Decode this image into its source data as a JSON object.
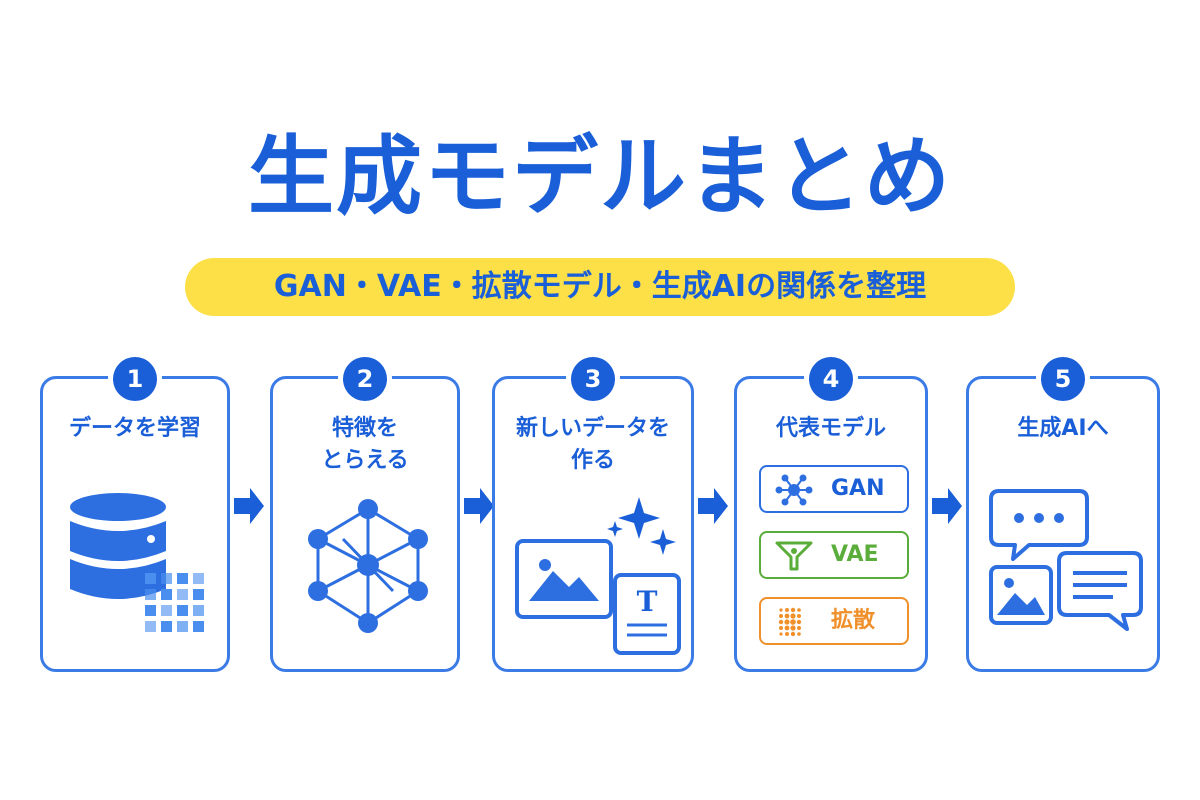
{
  "title": "生成モデルまとめ",
  "subtitle": "GAN・VAE・拡散モデル・生成AIの関係を整理",
  "colors": {
    "primary": "#1a5fd8",
    "accent_yellow": "#fde047",
    "gan_blue": "#2d6fe0",
    "vae_green": "#5aad3a",
    "diffusion_orange": "#f0902a"
  },
  "steps": [
    {
      "number": "1",
      "label": "データを学習",
      "icon": "database-icon"
    },
    {
      "number": "2",
      "label": "特徴を\nとらえる",
      "icon": "network-icon"
    },
    {
      "number": "3",
      "label": "新しいデータを\n作る",
      "icon": "image-text-icon"
    },
    {
      "number": "4",
      "label": "代表モデル",
      "icon": "model-list"
    },
    {
      "number": "5",
      "label": "生成AIへ",
      "icon": "chat-icon"
    }
  ],
  "models": [
    {
      "label": "GAN",
      "icon": "gan-icon"
    },
    {
      "label": "VAE",
      "icon": "vae-funnel-icon"
    },
    {
      "label": "拡散",
      "icon": "diffusion-dots-icon"
    }
  ]
}
